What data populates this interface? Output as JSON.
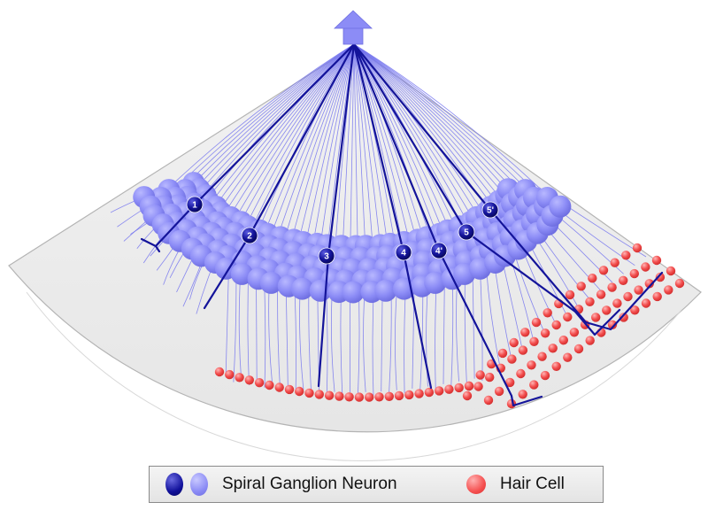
{
  "neurons": [
    {
      "label": "1"
    },
    {
      "label": "2"
    },
    {
      "label": "3"
    },
    {
      "label": "4"
    },
    {
      "label": "4'"
    },
    {
      "label": "5"
    },
    {
      "label": "5'"
    }
  ],
  "legend": {
    "spiral_ganglion_neuron": "Spiral Ganglion Neuron",
    "hair_cell": "Hair Cell"
  },
  "colors": {
    "dark_neuron": "#14149a",
    "light_neuron": "#8c8cf6",
    "fiber": "#7474ee",
    "hair_cell": "#f04848",
    "background_wedge": "#ececec"
  }
}
